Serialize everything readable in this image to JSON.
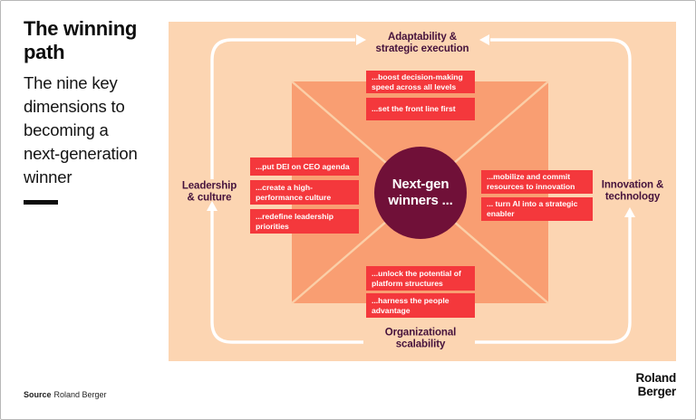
{
  "sidebar": {
    "title": "The winning path",
    "subtitle": "The nine key dimensions to becoming a next-generation winner"
  },
  "diagram": {
    "center": {
      "line1": "Next-gen",
      "line2": "winners ..."
    },
    "dimensions": {
      "top": {
        "line1": "Adaptability &",
        "line2": "strategic execution"
      },
      "left": {
        "line1": "Leadership",
        "line2": "& culture"
      },
      "right": {
        "line1": "Innovation &",
        "line2": "technology"
      },
      "bottom": {
        "line1": "Organizational",
        "line2": "scalability"
      }
    },
    "actions": {
      "top": [
        "...boost decision-making speed across all levels",
        "...set the front line first"
      ],
      "left": [
        "...put DEI on CEO agenda",
        "...create a high-performance culture",
        "...redefine leadership priorities"
      ],
      "right": [
        "...mobilize and commit resources to innovation",
        "... turn AI into a strategic enabler"
      ],
      "bottom": [
        "...unlock the potential of platform structures",
        "...harness the people advantage"
      ]
    }
  },
  "footer": {
    "source_label": "Source",
    "source_value": "Roland Berger"
  },
  "logo": {
    "line1": "Roland",
    "line2": "Berger"
  },
  "colors": {
    "canvas_peach": "#FCD5B2",
    "inner_square_salmon": "#F99E72",
    "action_red": "#F4383C",
    "circle_maroon": "#701038",
    "dimension_purple": "#45123C",
    "arrow_white": "#FFFFFF"
  }
}
